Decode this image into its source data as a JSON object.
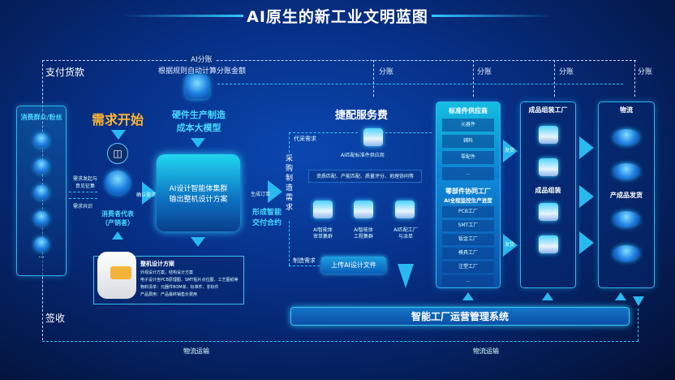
{
  "title": "AI原生的新工业文明蓝图",
  "top": {
    "ai_split": "AI分账",
    "ai_split_desc": "根据规则自动计算分账金额",
    "pay": "支付货款",
    "split": [
      "分账",
      "分账",
      "分账",
      "分账"
    ]
  },
  "consumers": {
    "title": "消费群众/粉丝",
    "more": "...",
    "collect": "需求发起与意见征集",
    "consensus": "需求共识"
  },
  "demand_start": "需求开始",
  "rep": "消费者代表\n（产销者）",
  "rep_line1": "消费者代表",
  "rep_line2": "（产销者）",
  "confirm": "确认需求",
  "cost_model": {
    "line1": "硬件生产制造",
    "line2": "成本大模型"
  },
  "ai_design": {
    "line1": "AI设计智能体集群",
    "line2": "输出整机设计方案"
  },
  "order": {
    "generate": "生成订单",
    "line1": "形成智能",
    "line2": "交付合约"
  },
  "plan": {
    "title": "整机设计方案",
    "lines": [
      "外观设计方案，结构设计方案",
      "电子设计含PCB原理图、SMT贴片点位图、工艺图纸等",
      "物料清单：元器件BOM单、标准件、非标件",
      "产品费用：产品最终销售价费用"
    ]
  },
  "procure": "采购制造需求",
  "jiepei": {
    "fee": "捷配服务费",
    "proxy": "代采需求",
    "match_supplier": "AI匹配标准件供应商",
    "criteria": "资质匹配、产能匹配、质量评分、地理协同等",
    "agents": [
      [
        "AI智能体",
        "审单集群"
      ],
      [
        "AI智能体",
        "工程集群"
      ],
      [
        "AI匹配工厂",
        "与派单"
      ]
    ],
    "mfg_demand": "制造需求",
    "upload": "上传AI设计文件"
  },
  "suppliers": {
    "title": "标准件供应商",
    "items": [
      "元器件",
      "辅料",
      "零配件",
      "..."
    ],
    "coop_title": "零部件协同工厂",
    "coop_sub": "AI全程监控生产进度",
    "coop_items": [
      "PCB工厂",
      "SMT工厂",
      "钣金工厂",
      "模具工厂",
      "注塑工厂",
      "..."
    ],
    "ship": "发货"
  },
  "assembly": {
    "title": "成品组装工厂",
    "mid": "成品组装"
  },
  "logistics": {
    "title": "物流",
    "mid": "产成品发货"
  },
  "mgmt": "智能工厂运营管理系统",
  "sign": "签收",
  "transport": [
    "物流运输",
    "物流运输"
  ]
}
